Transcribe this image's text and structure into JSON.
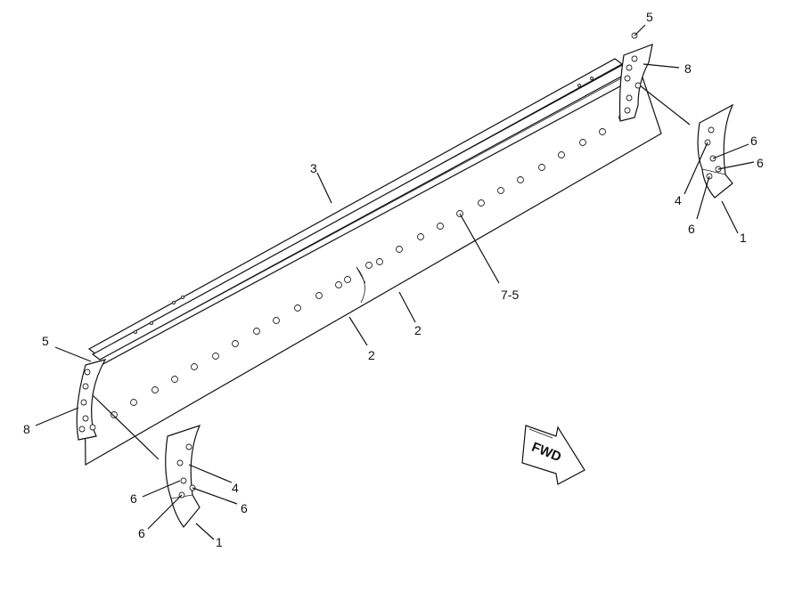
{
  "callouts": {
    "c5_top": "5",
    "c8_top": "8",
    "c6_right_a": "6",
    "c6_right_b": "6",
    "c4_right": "4",
    "c6_right_c": "6",
    "c1_right": "1",
    "c3": "3",
    "c7_5": "7-5",
    "c2_right": "2",
    "c2_left": "2",
    "c5_left": "5",
    "c8_left": "8",
    "c4_left": "4",
    "c6_left_a": "6",
    "c6_left_b": "6",
    "c6_left_c": "6",
    "c1_left": "1"
  },
  "fwd_arrow": {
    "label": "FWD"
  }
}
